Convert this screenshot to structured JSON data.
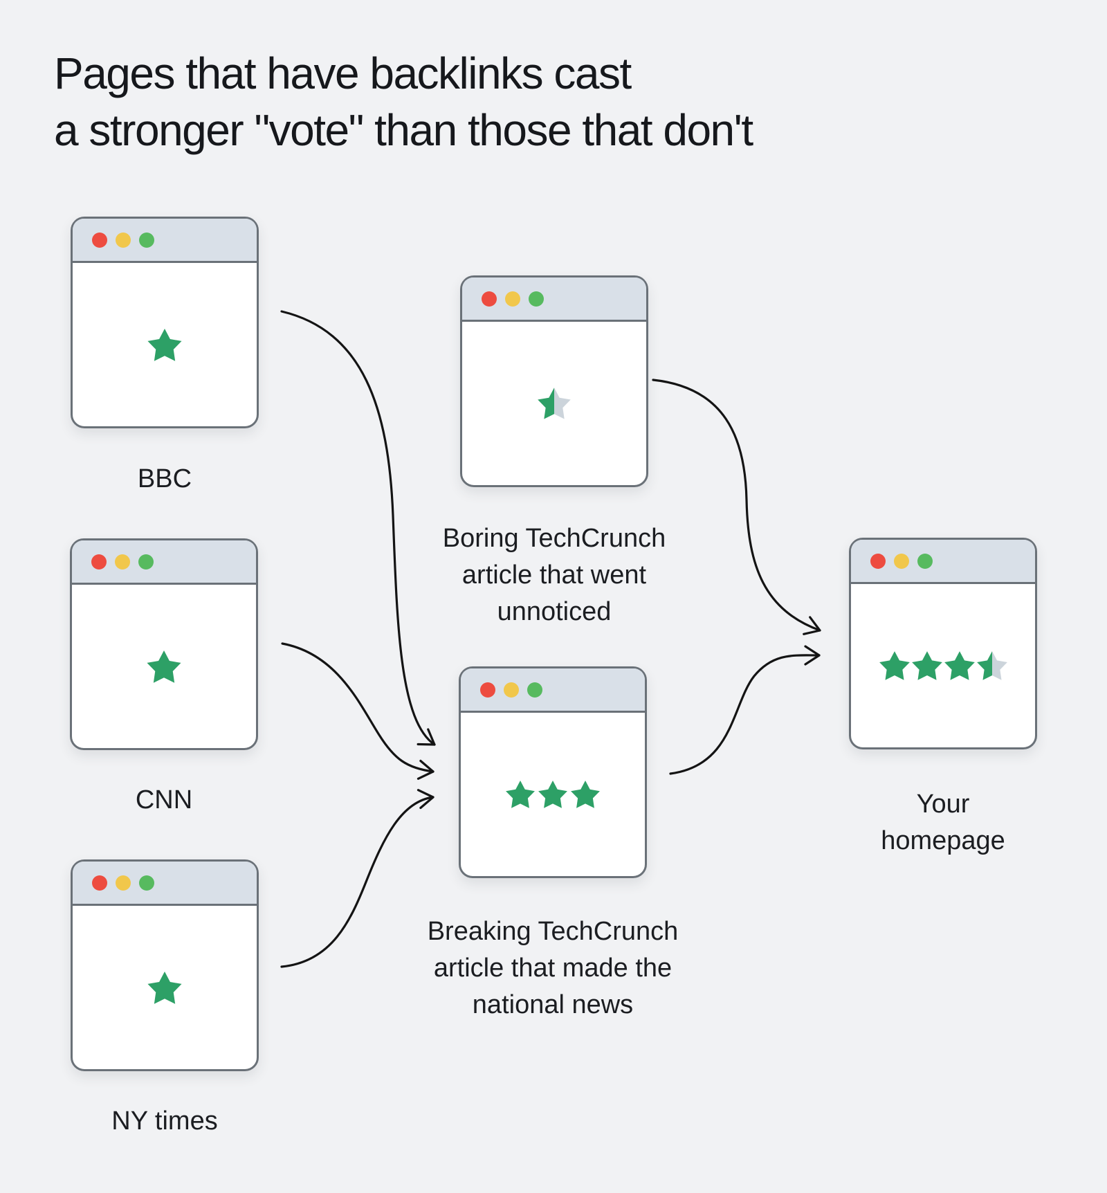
{
  "title": {
    "lines": [
      "Pages that have backlinks cast",
      "a stronger \"vote\" than those that don't"
    ]
  },
  "windows": [
    {
      "id": "bbc",
      "label": "BBC",
      "stars": 1
    },
    {
      "id": "boring-techcrunch",
      "label_lines": [
        "Boring TechCrunch",
        "article that went",
        "unnoticed"
      ],
      "stars": 0.5
    },
    {
      "id": "cnn",
      "label": "CNN",
      "stars": 1
    },
    {
      "id": "your-homepage",
      "label_lines": [
        "Your",
        "homepage"
      ],
      "stars": 3.5
    },
    {
      "id": "breaking-techcrunch",
      "label_lines": [
        "Breaking TechCrunch",
        "article that made the",
        "national news"
      ],
      "stars": 3
    },
    {
      "id": "ny-times",
      "label": "NY times",
      "stars": 1
    }
  ],
  "connections": [
    {
      "from": "bbc",
      "to": "breaking-techcrunch"
    },
    {
      "from": "cnn",
      "to": "breaking-techcrunch"
    },
    {
      "from": "ny-times",
      "to": "breaking-techcrunch"
    },
    {
      "from": "boring-techcrunch",
      "to": "your-homepage"
    },
    {
      "from": "breaking-techcrunch",
      "to": "your-homepage"
    }
  ],
  "icons": {
    "traffic_lights": [
      "close-dot-icon",
      "minimize-dot-icon",
      "zoom-dot-icon"
    ],
    "rating": "star-icon"
  },
  "colors": {
    "background": "#f1f2f4",
    "window_body": "#ffffff",
    "window_titlebar": "#d9e0e8",
    "window_border": "#6a7178",
    "dot_red": "#ed4c40",
    "dot_yellow": "#f1c74b",
    "dot_green": "#57ba5f",
    "star_green": "#2da066",
    "star_gray": "#ccd4db",
    "arrow": "#141414",
    "text": "#1b1d21"
  }
}
